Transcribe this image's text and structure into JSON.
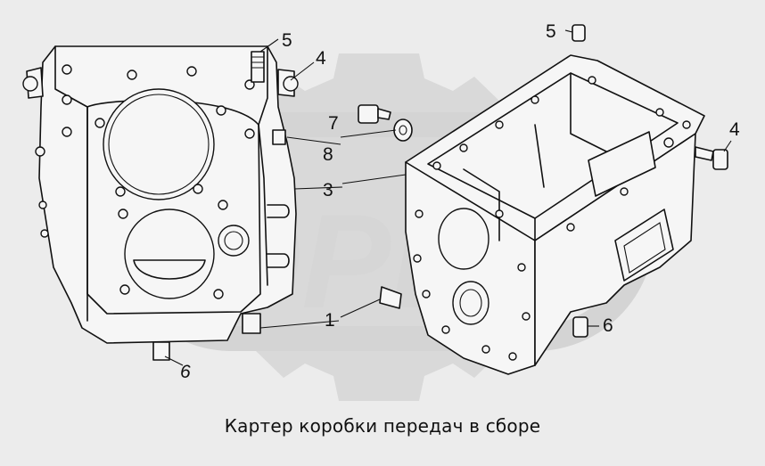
{
  "caption": "Картер коробки передач в сборе",
  "callouts": [
    {
      "id": "c5a",
      "text": "5"
    },
    {
      "id": "c4a",
      "text": "4"
    },
    {
      "id": "c7",
      "text": "7"
    },
    {
      "id": "c8",
      "text": "8"
    },
    {
      "id": "c3",
      "text": "3"
    },
    {
      "id": "c1",
      "text": "1"
    },
    {
      "id": "c6a",
      "text": "6"
    },
    {
      "id": "c5b",
      "text": "5"
    },
    {
      "id": "c4b",
      "text": "4"
    },
    {
      "id": "c6b",
      "text": "6"
    }
  ],
  "watermark": {
    "text": "OPEX",
    "color": "#d6d6d6"
  }
}
